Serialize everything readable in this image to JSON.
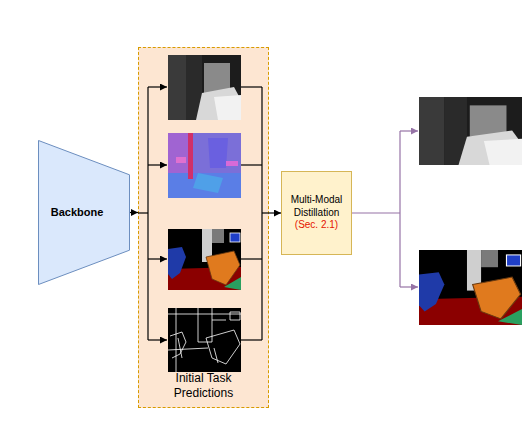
{
  "diagram": {
    "nodes": [
      {
        "text": [
          "Backbone"
        ]
      },
      {
        "text": [
          "Initial Task Predictions"
        ]
      },
      {
        "text": [
          "Multi-Modal Distillation",
          "(Sec. 2.1)"
        ]
      }
    ],
    "edges": [
      {
        "from": 0,
        "to": 1,
        "arrow": "to"
      },
      {
        "from": 1,
        "to": 2,
        "arrow": "to"
      }
    ]
  }
}
